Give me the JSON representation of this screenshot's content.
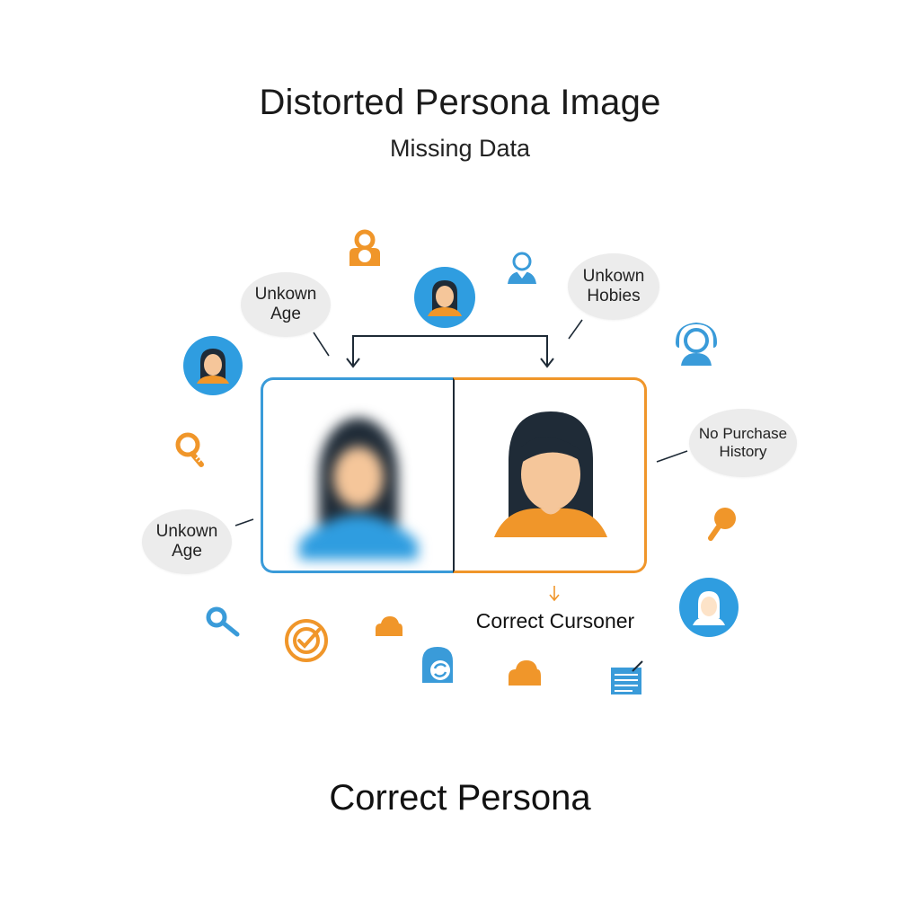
{
  "header": {
    "title": "Distorted Persona Image",
    "subtitle": "Missing Data"
  },
  "bubbles": [
    {
      "text": "Unkown\nAge"
    },
    {
      "text": "Unkown\nHobies"
    },
    {
      "text": "No Purchase\nHistory"
    },
    {
      "text": "Unkown\nAge"
    }
  ],
  "comparison": {
    "correct_label": "Correct Cursoner"
  },
  "footer": {
    "title": "Correct Persona"
  },
  "colors": {
    "blue": "#3a9bd9",
    "orange": "#f0962a",
    "dark": "#1e2a36",
    "bubble": "#ececec"
  },
  "icons": [
    "person-badge-icon",
    "person-icon",
    "user-avatar-icon",
    "support-agent-icon",
    "user-avatar-icon",
    "lightbulb-icon",
    "pin-icon",
    "user-avatar-icon",
    "search-icon",
    "target-check-icon",
    "cloud-icon",
    "user-sync-icon",
    "cloud-icon",
    "document-edit-icon"
  ]
}
